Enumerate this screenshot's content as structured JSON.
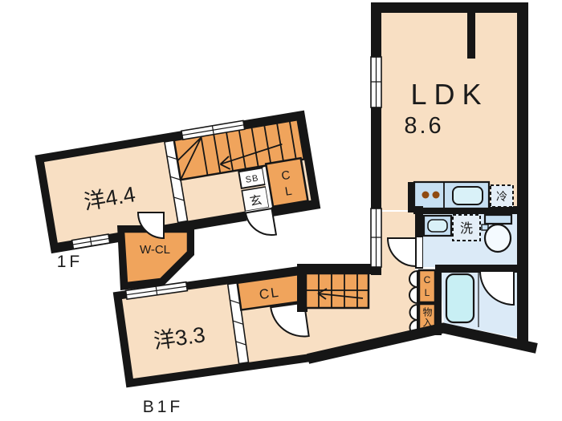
{
  "floor_plan": {
    "floors": {
      "upper": {
        "label": "1F"
      },
      "lower": {
        "label": "B1F"
      }
    },
    "rooms": {
      "ldk": {
        "name": "LDK",
        "area": "8.6"
      },
      "western_room_1f": {
        "name": "洋4.4"
      },
      "western_room_b1f": {
        "name": "洋3.3"
      },
      "walk_in_closet": {
        "name": "W-CL"
      },
      "closet_1f": {
        "name": "CL"
      },
      "closet_b1f": {
        "name": "CL"
      },
      "hall_closet_b1f": {
        "name": "CL"
      },
      "storage_b1f": {
        "name": "物入"
      },
      "shoe_box": {
        "name": "SB"
      },
      "entrance": {
        "name": "玄"
      },
      "washer": {
        "name": "洗"
      },
      "refrigerator": {
        "name": "冷"
      }
    },
    "colors": {
      "floor_peach": "#F8DFC3",
      "accent_orange": "#F0A45C",
      "wet_area_blue": "#DBEAF7",
      "fixture_blue": "#C6DFF2",
      "bathtub_cyan": "#C8EFF4",
      "wall_black": "#161616"
    }
  }
}
